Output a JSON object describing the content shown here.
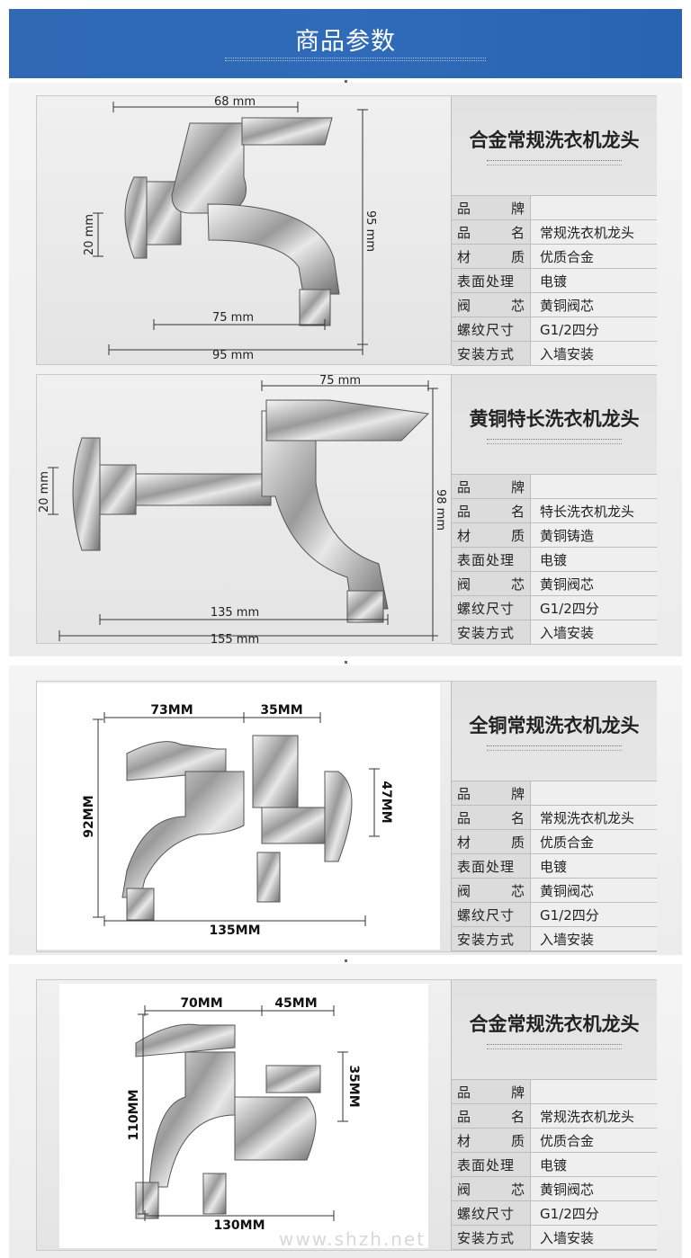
{
  "header": {
    "title": "商品参数"
  },
  "spec_labels": [
    "品牌",
    "品名",
    "材质",
    "表面处理",
    "阀芯",
    "螺纹尺寸",
    "安装方式"
  ],
  "panels": [
    {
      "title": "合金常规洗衣机龙头",
      "values": [
        "",
        "常规洗衣机龙头",
        "优质合金",
        "电镀",
        "黄铜阀芯",
        "G1/2四分",
        "入墙安装"
      ],
      "dims": {
        "top": "68 mm",
        "left": "20 mm",
        "right": "95 mm",
        "inner": "75 mm",
        "bottom": "95 mm"
      }
    },
    {
      "title": "黄铜特长洗衣机龙头",
      "values": [
        "",
        "特长洗衣机龙头",
        "黄铜铸造",
        "电镀",
        "黄铜阀芯",
        "G1/2四分",
        "入墙安装"
      ],
      "dims": {
        "top": "75 mm",
        "left": "20 mm",
        "right": "98 mm",
        "inner": "135 mm",
        "bottom": "155 mm"
      }
    },
    {
      "title": "全铜常规洗衣机龙头",
      "values": [
        "",
        "常规洗衣机龙头",
        "优质合金",
        "电镀",
        "黄铜阀芯",
        "G1/2四分",
        "入墙安装"
      ],
      "dims": {
        "top": "73MM",
        "top2": "35MM",
        "left": "92MM",
        "right": "47MM",
        "bottom": "135MM"
      }
    },
    {
      "title": "合金常规洗衣机龙头",
      "values": [
        "",
        "常规洗衣机龙头",
        "优质合金",
        "电镀",
        "黄铜阀芯",
        "G1/2四分",
        "入墙安装"
      ],
      "dims": {
        "top": "70MM",
        "top2": "45MM",
        "left": "110MM",
        "right": "35MM",
        "bottom": "130MM"
      }
    }
  ],
  "watermark": "www.shzh.net",
  "colors": {
    "header": "#2f6bb8"
  }
}
